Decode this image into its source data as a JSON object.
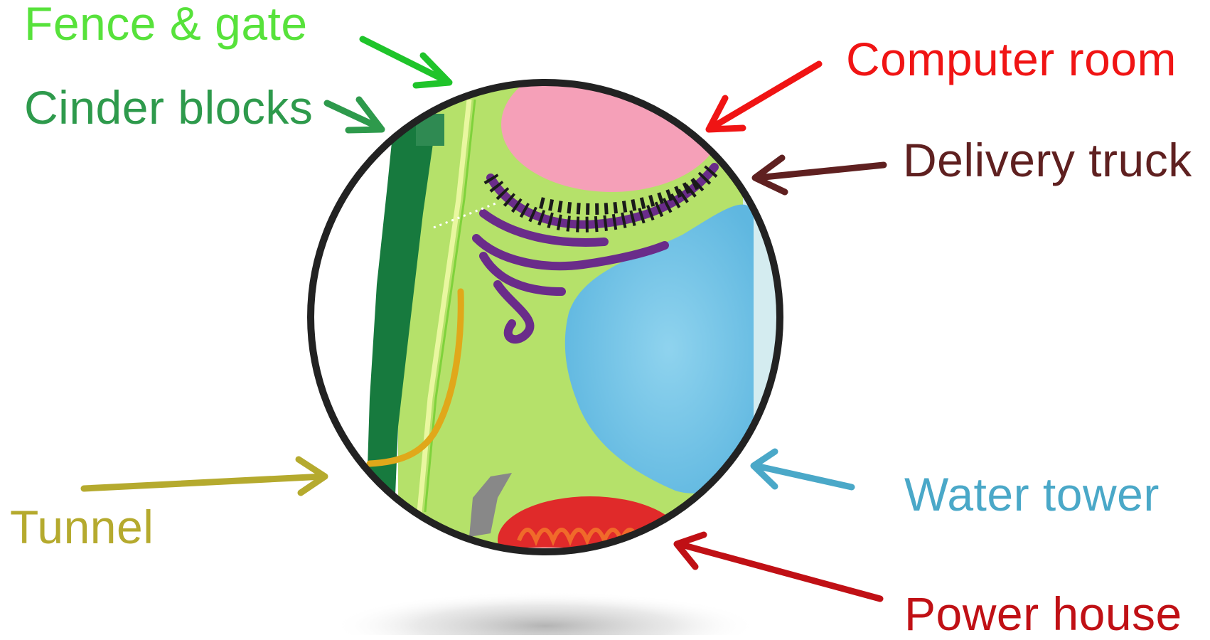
{
  "labels": {
    "fence_gate": "Fence & gate",
    "cinder_blocks": "Cinder blocks",
    "tunnel": "Tunnel",
    "computer_room": "Computer room",
    "delivery_truck": "Delivery truck",
    "water_tower": "Water tower",
    "power_house": "Power house"
  },
  "colors": {
    "fence_gate": "#57e23b",
    "cinder_blocks": "#2e9a4c",
    "tunnel": "#b5aa2e",
    "computer_room": "#f01414",
    "delivery_truck": "#5f2020",
    "water_tower": "#4aa8c8",
    "power_house": "#c01015",
    "cytoplasm": "#b5e16a",
    "cell_wall": "#177a3e",
    "nucleus": "#f5a0b8",
    "vacuole": "#7ec6e6",
    "golgi_er": "#6a2c8a",
    "ribosomes": "#1a1a1a",
    "mitochondrion": "#e02a2a",
    "lens_rim": "#222222"
  }
}
